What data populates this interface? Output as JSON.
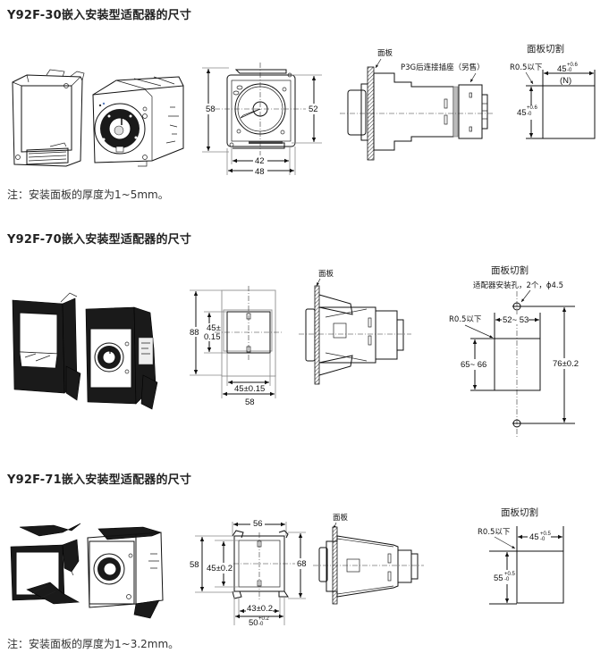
{
  "sections": [
    {
      "title": "Y92F-30嵌入安装型适配器的尺寸",
      "front_view": {
        "height_outer": "58",
        "height_inner": "52",
        "width_inner": "42",
        "width_outer": "48"
      },
      "side_view": {
        "panel_label": "面板",
        "socket_label": "P3G后连接插座（另售）"
      },
      "panel_cutout": {
        "title": "面板切割",
        "corner_radius": "R0.5以下",
        "width": "45",
        "width_tol_upper": "+0.6",
        "width_tol_lower": "-0",
        "width_note": "(N)",
        "height": "45",
        "height_tol_upper": "+0.6",
        "height_tol_lower": "-0"
      },
      "note": "注：安装面板的厚度为1~5mm。"
    },
    {
      "title": "Y92F-70嵌入安装型适配器的尺寸",
      "front_view": {
        "height_outer": "88",
        "height_inner_line1": "45±",
        "height_inner_line2": "0.15",
        "width_inner": "45±0.15",
        "width_outer": "58"
      },
      "side_view": {
        "panel_label": "面板"
      },
      "panel_cutout": {
        "title": "面板切割",
        "hole_note": "适配器安装孔，2个，ϕ4.5",
        "corner_radius": "R0.5以下",
        "width": "52~ 53",
        "height": "65~ 66",
        "hole_pitch": "76±0.2"
      }
    },
    {
      "title": "Y92F-71嵌入安装型适配器的尺寸",
      "front_view": {
        "width_top": "56",
        "height_outer": "58",
        "height_inner": "45±0.2",
        "height_total": "68",
        "width_inner": "43±0.2",
        "width_outer": "50",
        "width_outer_tol_upper": "+0.2",
        "width_outer_tol_lower": "-0"
      },
      "side_view": {
        "panel_label": "面板"
      },
      "panel_cutout": {
        "title": "面板切割",
        "corner_radius": "R0.5以下",
        "width": "45",
        "width_tol_upper": "+0.5",
        "width_tol_lower": "-0",
        "height": "55",
        "height_tol_upper": "+0.5",
        "height_tol_lower": "-0"
      },
      "note": "注：安装面板的厚度为1~3.2mm。"
    }
  ]
}
